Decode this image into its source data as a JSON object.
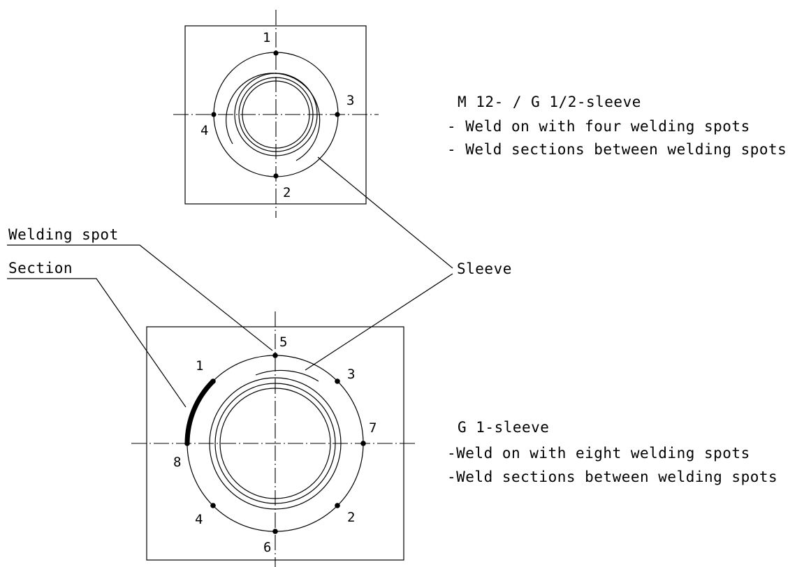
{
  "top_figure": {
    "spot_labels": [
      "1",
      "2",
      "3",
      "4"
    ],
    "note": {
      "title": "M 12-  / G 1/2-sleeve",
      "lines": [
        "- Weld on with four welding spots",
        "- Weld sections between welding spots"
      ]
    }
  },
  "bottom_figure": {
    "spot_labels": [
      "1",
      "2",
      "3",
      "4",
      "5",
      "6",
      "7",
      "8"
    ],
    "note": {
      "title": "G 1-sleeve",
      "lines": [
        "-Weld on with eight welding spots",
        "-Weld sections between welding spots"
      ]
    }
  },
  "callouts": {
    "welding_spot": "Welding spot",
    "section": "Section",
    "sleeve": "Sleeve"
  }
}
